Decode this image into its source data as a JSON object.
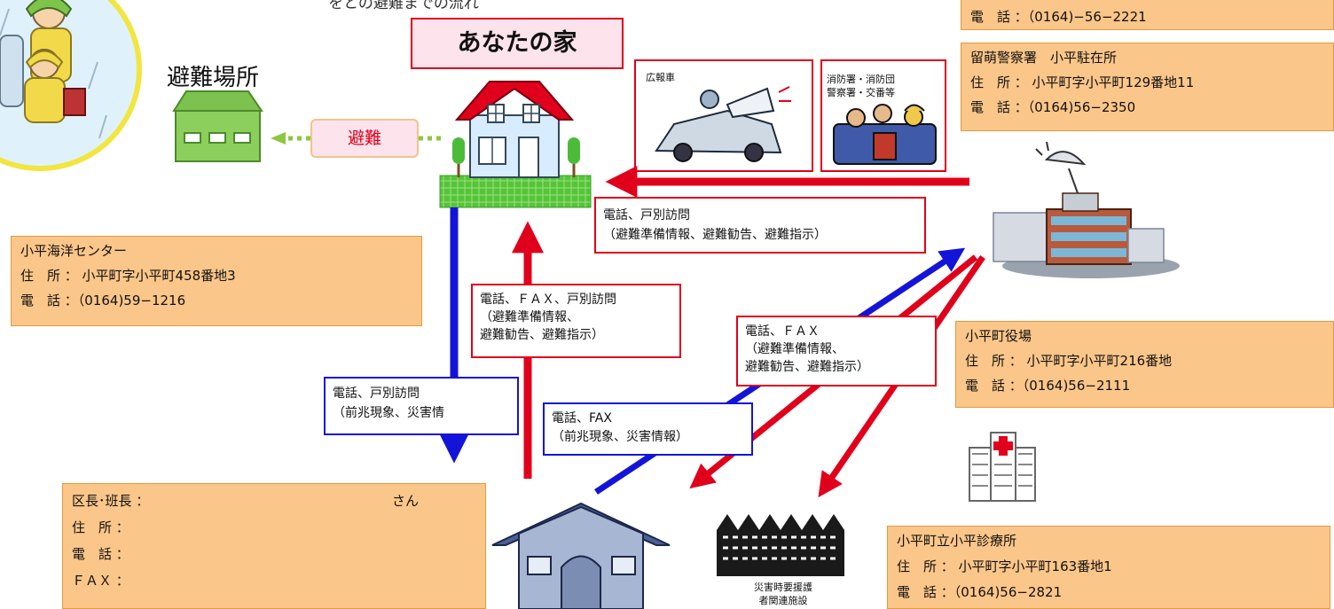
{
  "heading_fragment": "をとの避難までの流れ",
  "home": {
    "title": "あなたの家"
  },
  "shelter": {
    "title": "避難場所",
    "evac_label": "避難"
  },
  "vehicles": {
    "pr_car": "広報車",
    "fire_police_1": "消防署・消防団",
    "fire_police_2": "警察署・交番等"
  },
  "boxes": {
    "top_right_tel": "電　話 ：（0164)−56−2221",
    "police": {
      "name": "留萌警察署　小平駐在所",
      "address": "住　所 ： 小平町字小平町129番地11",
      "tel": "電　話 ：（0164)56−2350"
    },
    "ocean_center": {
      "name": "小平海洋センター",
      "address": "住　所 ： 小平町字小平町458番地3",
      "tel": "電　話 ：（0164)59−1216"
    },
    "town_hall": {
      "name": "小平町役場",
      "address": "住　所 ： 小平町字小平町216番地",
      "tel": "電　話 ：（0164)56−2111"
    },
    "district_leader": {
      "name": "区長･班長 ：",
      "san": "さん",
      "address": "住　所 ：",
      "tel": "電　話 ：",
      "fax": "ＦＡＸ ："
    },
    "clinic": {
      "name": "小平町立小平診療所",
      "address": "住　所 ： 小平町字小平町163番地1",
      "tel": "電　話 ：（0164)56−2821"
    }
  },
  "labels": {
    "hall_to_home": {
      "line1": "電話、戸別訪問",
      "line2": "（避難準備情報、避難勧告、避難指示）"
    },
    "leader_to_home": {
      "line1": "電話、ＦＡＸ、戸別訪問",
      "line2": "（避難準備情報、",
      "line3": "避難勧告、避難指示）"
    },
    "home_to_leader": {
      "line1": "電話、戸別訪問",
      "line2": "（前兆現象、災害情"
    },
    "hall_to_leader": {
      "line1": "電話、ＦＡＸ",
      "line2": "（避難準備情報、",
      "line3": "避難勧告、避難指示）"
    },
    "leader_to_hall": {
      "line1": "電話、FAX",
      "line2": "（前兆現象、災害情報）"
    }
  },
  "facility": {
    "line1": "災害時要援護",
    "line2": "者関連施設"
  },
  "colors": {
    "red": "#e0001b",
    "blue": "#1414d8",
    "green": "#8dc63f",
    "box": "#fbc689"
  },
  "icons": [
    "rain-children-icon",
    "shelter-house-icon",
    "home-house-icon",
    "loudspeaker-car-icon",
    "firefighters-icon",
    "town-hall-icon",
    "clinic-building-icon",
    "community-hall-icon",
    "facility-building-icon"
  ]
}
